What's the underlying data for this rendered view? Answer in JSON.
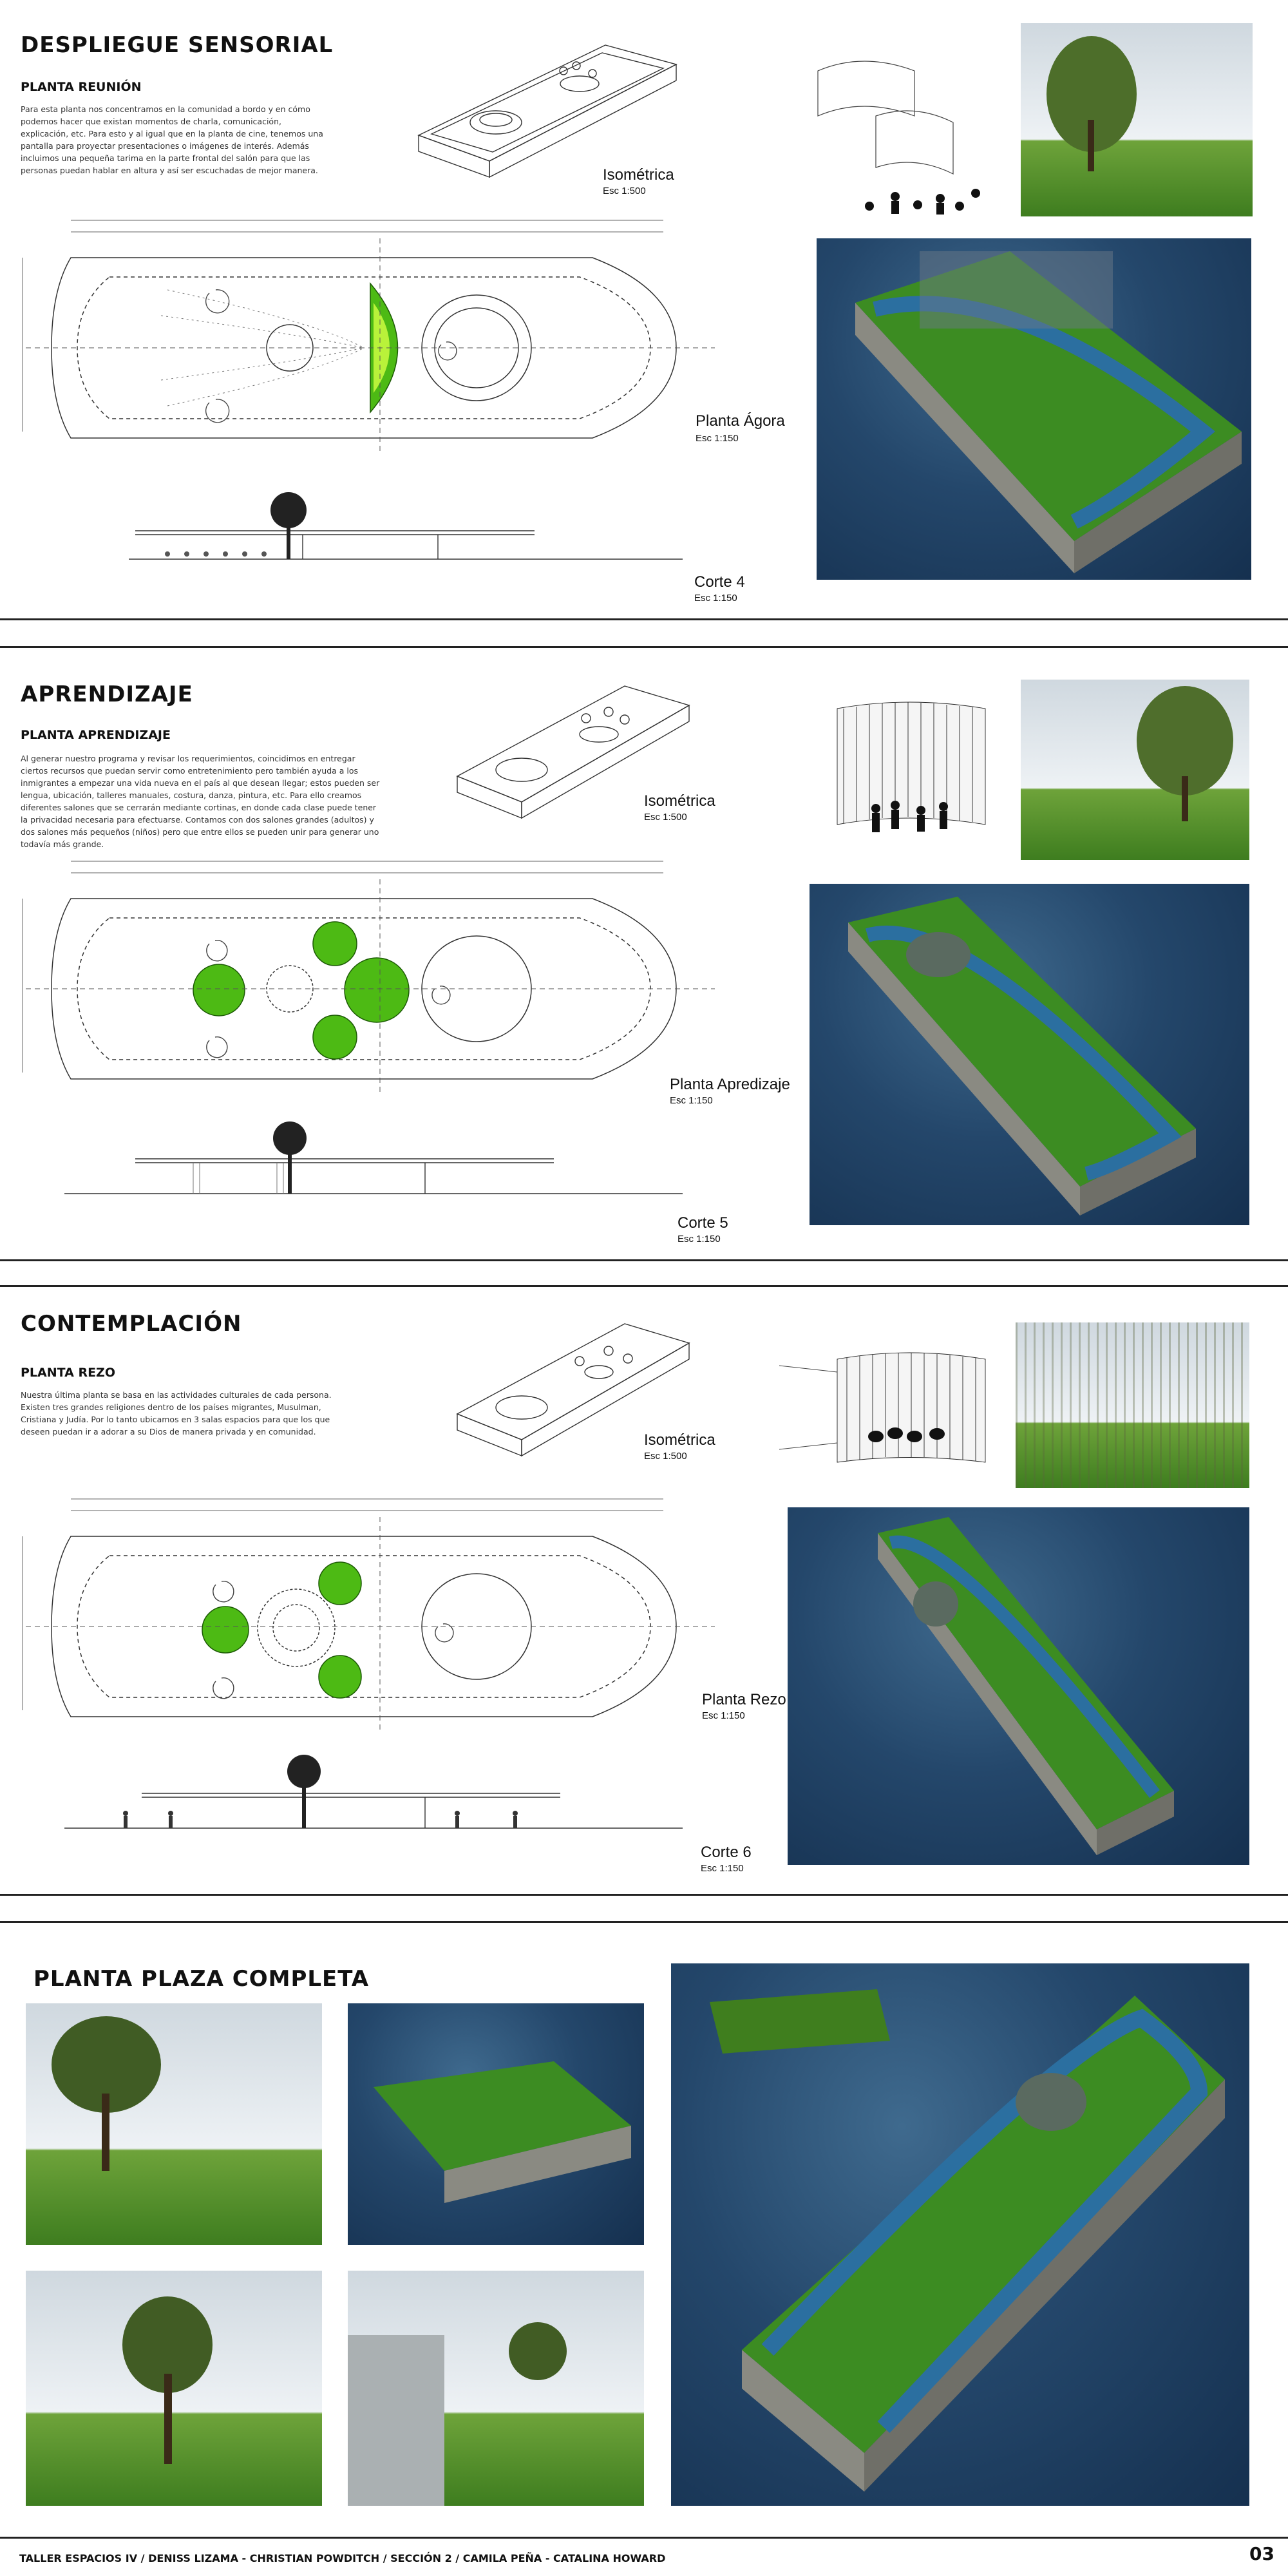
{
  "sections": [
    {
      "title": "DESPLIEGUE SENSORIAL",
      "subtitle": "PLANTA REUNIÓN",
      "text": "Para esta planta nos concentramos en la comunidad a bordo y en cómo podemos hacer que existan momentos de charla, comunicación, explicación, etc. Para esto y al igual que en la planta de cine, tenemos una pantalla para proyectar presentaciones o imágenes de interés. Además incluimos una pequeña tarima en la parte frontal del salón para que las personas puedan hablar en altura y así ser escuchadas de mejor manera.",
      "iso_label": "Isométrica",
      "iso_scale": "Esc 1:500",
      "plan_label": "Planta Ágora",
      "plan_scale": "Esc 1:150",
      "cut_label": "Corte 4",
      "cut_scale": "Esc 1:150"
    },
    {
      "title": "APRENDIZAJE",
      "subtitle": "PLANTA APRENDIZAJE",
      "text": "Al generar nuestro programa y revisar los requerimientos, coincidimos en entregar ciertos recursos que puedan servir como entretenimiento pero también ayuda a los inmigrantes a empezar una vida nueva en el país al que desean llegar; estos pueden ser lengua, ubicación, talleres manuales, costura, danza, pintura, etc. Para ello creamos diferentes salones que se cerrarán mediante cortinas, en donde cada clase puede tener la privacidad necesaria para efectuarse. Contamos con dos salones grandes (adultos) y dos salones más pequeños (niños) pero que entre ellos se pueden unir para generar uno todavía más grande.",
      "iso_label": "Isométrica",
      "iso_scale": "Esc 1:500",
      "plan_label": "Planta Apredizaje",
      "plan_scale": "Esc 1:150",
      "cut_label": "Corte 5",
      "cut_scale": "Esc 1:150"
    },
    {
      "title": "CONTEMPLACIÓN",
      "subtitle": "PLANTA REZO",
      "text": "Nuestra última planta se basa en las actividades culturales de cada persona. Existen tres grandes religiones dentro de los países migrantes, Musulman, Cristiana y Judía. Por lo tanto ubicamos en 3 salas espacios para que los que deseen puedan ir a adorar a su Dios de manera privada y en comunidad.",
      "iso_label": "Isométrica",
      "iso_scale": "Esc 1:500",
      "plan_label": "Planta Rezo",
      "plan_scale": "Esc 1:150",
      "cut_label": "Corte 6",
      "cut_scale": "Esc 1:150"
    }
  ],
  "plaza": {
    "title": "PLANTA PLAZA COMPLETA"
  },
  "footer": {
    "credits": "TALLER ESPACIOS IV / DENISS LIZAMA - CHRISTIAN POWDITCH / SECCIÓN 2  / CAMILA PEÑA - CATALINA HOWARD",
    "page": "03"
  },
  "colors": {
    "accent_green": "#55c21a",
    "water": "#24476b",
    "deck": "#3f8a1d",
    "ink": "#111111"
  }
}
